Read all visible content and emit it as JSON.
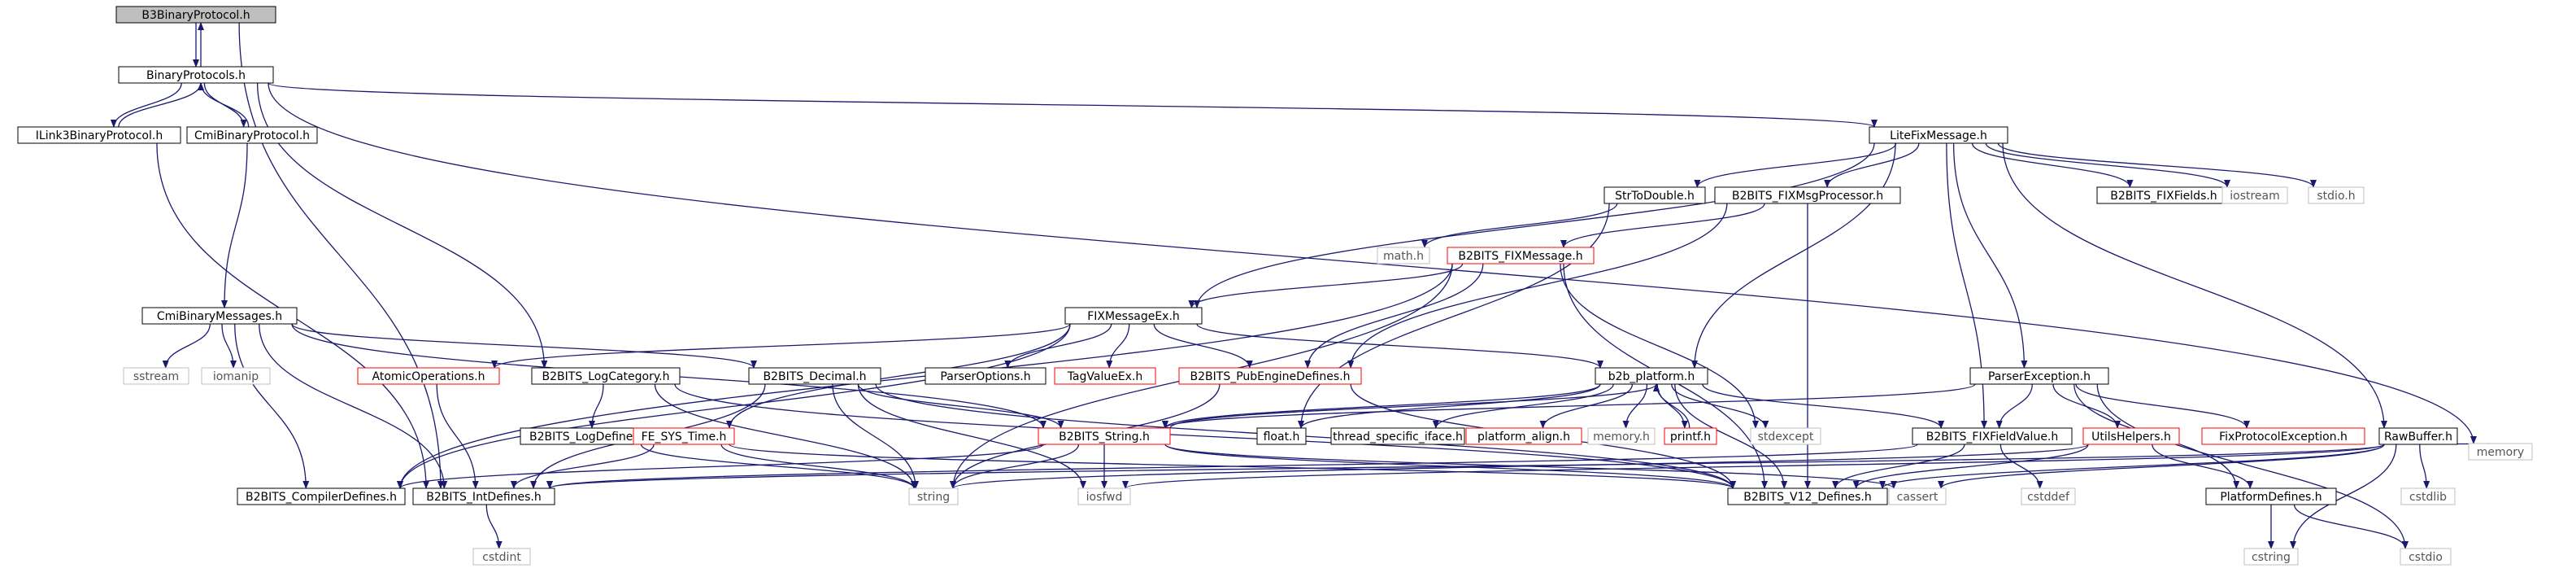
{
  "colors": {
    "edge": "#191970",
    "border_normal": "#000000",
    "border_truncated": "#ff0000",
    "border_external": "#bfbfbf",
    "fill_root": "#bfbfbf",
    "fill_node": "#ffffff",
    "text_normal": "#000000",
    "text_external": "#555555"
  },
  "nodes": [
    {
      "id": "b3",
      "label": "B3BinaryProtocol.h",
      "kind": "root"
    },
    {
      "id": "bp",
      "label": "BinaryProtocols.h",
      "kind": "normal"
    },
    {
      "id": "il3",
      "label": "ILink3BinaryProtocol.h",
      "kind": "normal"
    },
    {
      "id": "cmibp",
      "label": "CmiBinaryProtocol.h",
      "kind": "normal"
    },
    {
      "id": "lfm",
      "label": "LiteFixMessage.h",
      "kind": "normal"
    },
    {
      "id": "memory",
      "label": "memory",
      "kind": "external"
    },
    {
      "id": "std",
      "label": "StrToDouble.h",
      "kind": "normal"
    },
    {
      "id": "fmp",
      "label": "B2BITS_FIXMsgProcessor.h",
      "kind": "normal"
    },
    {
      "id": "fixf",
      "label": "B2BITS_FIXFields.h",
      "kind": "normal"
    },
    {
      "id": "iostream",
      "label": "iostream",
      "kind": "external"
    },
    {
      "id": "stdioh",
      "label": "stdio.h",
      "kind": "external"
    },
    {
      "id": "mathh",
      "label": "math.h",
      "kind": "external"
    },
    {
      "id": "fixmsg",
      "label": "B2BITS_FIXMessage.h",
      "kind": "truncated"
    },
    {
      "id": "cmibm",
      "label": "CmiBinaryMessages.h",
      "kind": "normal"
    },
    {
      "id": "fme",
      "label": "FIXMessageEx.h",
      "kind": "normal"
    },
    {
      "id": "sstream",
      "label": "sstream",
      "kind": "external"
    },
    {
      "id": "iomanip",
      "label": "iomanip",
      "kind": "external"
    },
    {
      "id": "atomic",
      "label": "AtomicOperations.h",
      "kind": "truncated"
    },
    {
      "id": "logcat",
      "label": "B2BITS_LogCategory.h",
      "kind": "normal"
    },
    {
      "id": "decimal",
      "label": "B2BITS_Decimal.h",
      "kind": "normal"
    },
    {
      "id": "parseropt",
      "label": "ParserOptions.h",
      "kind": "normal"
    },
    {
      "id": "tagvalue",
      "label": "TagValueEx.h",
      "kind": "truncated"
    },
    {
      "id": "pubeng",
      "label": "B2BITS_PubEngineDefines.h",
      "kind": "truncated"
    },
    {
      "id": "b2bplat",
      "label": "b2b_platform.h",
      "kind": "normal"
    },
    {
      "id": "parserex",
      "label": "ParserException.h",
      "kind": "normal"
    },
    {
      "id": "logdef",
      "label": "B2BITS_LogDefines.h",
      "kind": "normal"
    },
    {
      "id": "fesys",
      "label": "FE_SYS_Time.h",
      "kind": "truncated"
    },
    {
      "id": "b2bstr",
      "label": "B2BITS_String.h",
      "kind": "truncated"
    },
    {
      "id": "floath",
      "label": "float.h",
      "kind": "normal"
    },
    {
      "id": "tsi",
      "label": "thread_specific_iface.h",
      "kind": "normal"
    },
    {
      "id": "palign",
      "label": "platform_align.h",
      "kind": "truncated"
    },
    {
      "id": "memoryh",
      "label": "memory.h",
      "kind": "external"
    },
    {
      "id": "printfh",
      "label": "printf.h",
      "kind": "truncated"
    },
    {
      "id": "stdexcept",
      "label": "stdexcept",
      "kind": "external"
    },
    {
      "id": "fixfv",
      "label": "B2BITS_FIXFieldValue.h",
      "kind": "normal"
    },
    {
      "id": "utils",
      "label": "UtilsHelpers.h",
      "kind": "truncated"
    },
    {
      "id": "fpe",
      "label": "FixProtocolException.h",
      "kind": "truncated"
    },
    {
      "id": "rawbuf",
      "label": "RawBuffer.h",
      "kind": "normal"
    },
    {
      "id": "compdef",
      "label": "B2BITS_CompilerDefines.h",
      "kind": "normal"
    },
    {
      "id": "intdef",
      "label": "B2BITS_IntDefines.h",
      "kind": "normal"
    },
    {
      "id": "string",
      "label": "string",
      "kind": "external"
    },
    {
      "id": "iosfwd",
      "label": "iosfwd",
      "kind": "external"
    },
    {
      "id": "v12",
      "label": "B2BITS_V12_Defines.h",
      "kind": "normal"
    },
    {
      "id": "cassert",
      "label": "cassert",
      "kind": "external"
    },
    {
      "id": "cstddef",
      "label": "cstddef",
      "kind": "external"
    },
    {
      "id": "cstdlib",
      "label": "cstdlib",
      "kind": "external"
    },
    {
      "id": "platdef",
      "label": "PlatformDefines.h",
      "kind": "normal"
    },
    {
      "id": "cstdint",
      "label": "cstdint",
      "kind": "external"
    },
    {
      "id": "cstring",
      "label": "cstring",
      "kind": "external"
    },
    {
      "id": "cstdio",
      "label": "cstdio",
      "kind": "external"
    }
  ],
  "edges": [
    [
      "b3",
      "bp"
    ],
    [
      "bp",
      "b3"
    ],
    [
      "b3",
      "intdef"
    ],
    [
      "bp",
      "il3"
    ],
    [
      "il3",
      "bp"
    ],
    [
      "bp",
      "cmibp"
    ],
    [
      "cmibp",
      "bp"
    ],
    [
      "bp",
      "lfm"
    ],
    [
      "bp",
      "memory"
    ],
    [
      "bp",
      "logcat"
    ],
    [
      "il3",
      "intdef"
    ],
    [
      "cmibp",
      "cmibm"
    ],
    [
      "lfm",
      "std"
    ],
    [
      "lfm",
      "fmp"
    ],
    [
      "lfm",
      "fixf"
    ],
    [
      "lfm",
      "iostream"
    ],
    [
      "lfm",
      "stdioh"
    ],
    [
      "lfm",
      "fme"
    ],
    [
      "lfm",
      "b2bplat"
    ],
    [
      "lfm",
      "parserex"
    ],
    [
      "lfm",
      "fixfv"
    ],
    [
      "lfm",
      "rawbuf"
    ],
    [
      "std",
      "mathh"
    ],
    [
      "std",
      "floath"
    ],
    [
      "fmp",
      "fixmsg"
    ],
    [
      "fmp",
      "pubeng"
    ],
    [
      "fmp",
      "v12"
    ],
    [
      "fixmsg",
      "fme"
    ],
    [
      "fixmsg",
      "pubeng"
    ],
    [
      "fixmsg",
      "compdef"
    ],
    [
      "fixmsg",
      "string"
    ],
    [
      "fixmsg",
      "stdexcept"
    ],
    [
      "fixmsg",
      "v12"
    ],
    [
      "cmibm",
      "sstream"
    ],
    [
      "cmibm",
      "iomanip"
    ],
    [
      "cmibm",
      "decimal"
    ],
    [
      "cmibm",
      "b2bstr"
    ],
    [
      "cmibm",
      "compdef"
    ],
    [
      "cmibm",
      "intdef"
    ],
    [
      "fme",
      "atomic"
    ],
    [
      "fme",
      "parseropt"
    ],
    [
      "fme",
      "tagvalue"
    ],
    [
      "fme",
      "pubeng"
    ],
    [
      "fme",
      "b2bplat"
    ],
    [
      "fme",
      "fesys"
    ],
    [
      "fme",
      "compdef"
    ],
    [
      "atomic",
      "intdef"
    ],
    [
      "logcat",
      "logdef"
    ],
    [
      "logcat",
      "string"
    ],
    [
      "logcat",
      "v12"
    ],
    [
      "decimal",
      "intdef"
    ],
    [
      "decimal",
      "string"
    ],
    [
      "decimal",
      "iosfwd"
    ],
    [
      "decimal",
      "b2bstr"
    ],
    [
      "decimal",
      "v12"
    ],
    [
      "pubeng",
      "string"
    ],
    [
      "pubeng",
      "v12"
    ],
    [
      "b2bplat",
      "b2bstr"
    ],
    [
      "b2bplat",
      "floath"
    ],
    [
      "b2bplat",
      "tsi"
    ],
    [
      "b2bplat",
      "palign"
    ],
    [
      "b2bplat",
      "memoryh"
    ],
    [
      "b2bplat",
      "printfh"
    ],
    [
      "b2bplat",
      "stdexcept"
    ],
    [
      "b2bplat",
      "v12"
    ],
    [
      "b2bplat",
      "fixfv"
    ],
    [
      "printfh",
      "b2bplat"
    ],
    [
      "parserex",
      "b2bstr"
    ],
    [
      "parserex",
      "fixfv"
    ],
    [
      "parserex",
      "utils"
    ],
    [
      "parserex",
      "fpe"
    ],
    [
      "parserex",
      "platdef"
    ],
    [
      "parserex",
      "cstdio"
    ],
    [
      "logdef",
      "string"
    ],
    [
      "fesys",
      "intdef"
    ],
    [
      "fesys",
      "string"
    ],
    [
      "fesys",
      "v12"
    ],
    [
      "b2bstr",
      "b2bplat"
    ],
    [
      "b2bstr",
      "compdef"
    ],
    [
      "b2bstr",
      "string"
    ],
    [
      "b2bstr",
      "iosfwd"
    ],
    [
      "b2bstr",
      "v12"
    ],
    [
      "b2bstr",
      "cassert"
    ],
    [
      "fixfv",
      "intdef"
    ],
    [
      "fixfv",
      "v12"
    ],
    [
      "fixfv",
      "cstddef"
    ],
    [
      "utils",
      "v12"
    ],
    [
      "utils",
      "platdef"
    ],
    [
      "utils",
      "string"
    ],
    [
      "rawbuf",
      "intdef"
    ],
    [
      "rawbuf",
      "iosfwd"
    ],
    [
      "rawbuf",
      "v12"
    ],
    [
      "rawbuf",
      "cassert"
    ],
    [
      "rawbuf",
      "cstdlib"
    ],
    [
      "rawbuf",
      "memory"
    ],
    [
      "rawbuf",
      "cstring"
    ],
    [
      "intdef",
      "cstdint"
    ],
    [
      "platdef",
      "cstring"
    ],
    [
      "platdef",
      "cstdio"
    ]
  ]
}
